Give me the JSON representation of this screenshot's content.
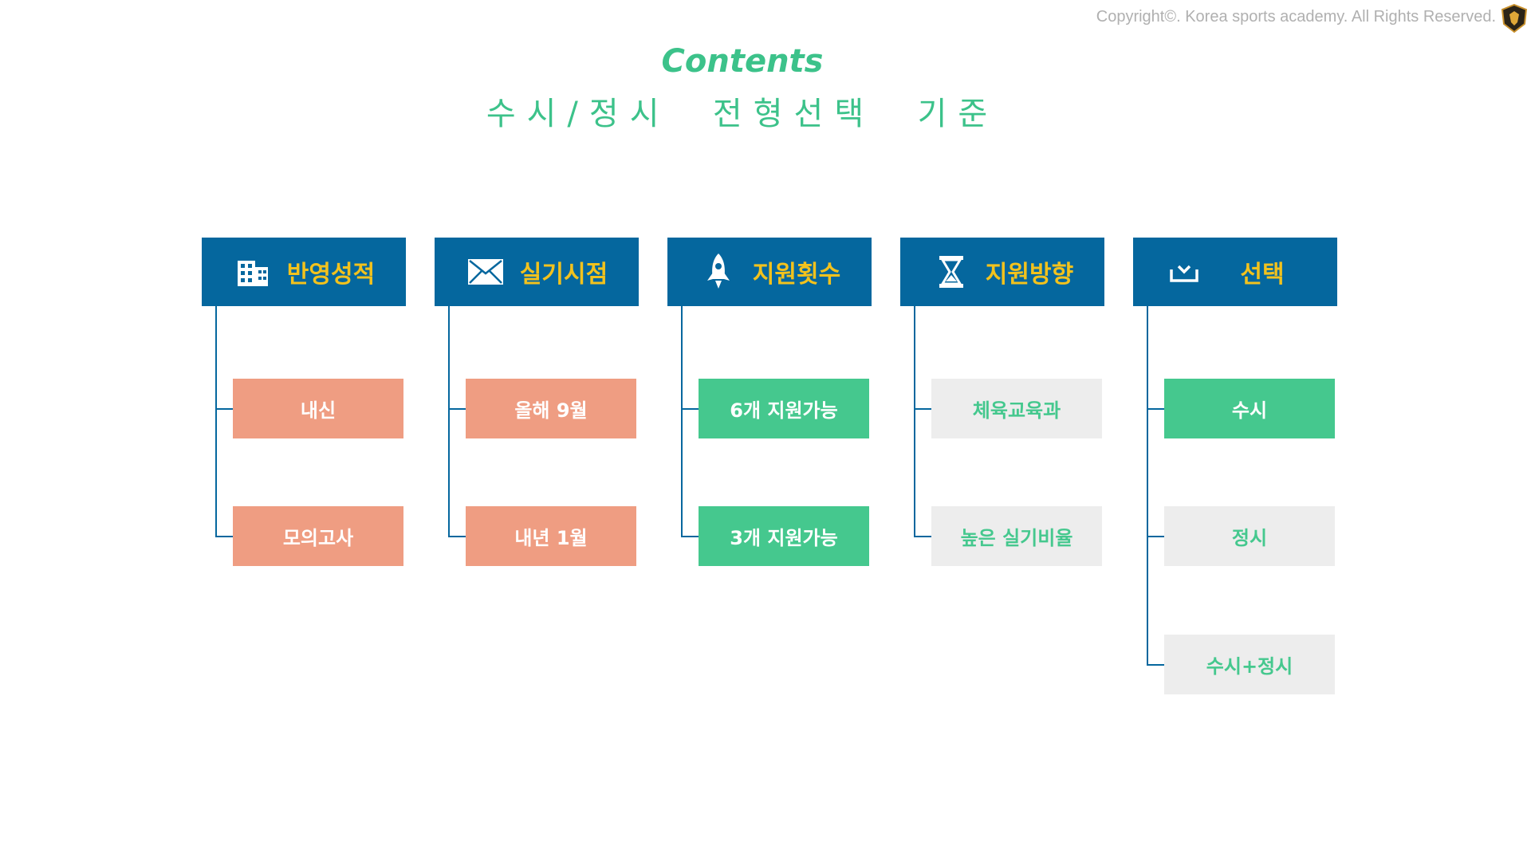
{
  "copyright": "Copyright©. Korea sports academy. All Rights Reserved.",
  "header": {
    "title": "Contents",
    "subtitle": "수시/정시  전형선택  기준"
  },
  "colors": {
    "header_bg": "#05679e",
    "header_text": "#f2c21d",
    "accent_green": "#45c88e",
    "salmon": "#ef9d82",
    "grey": "#ededed"
  },
  "columns": [
    {
      "label": "반영성적",
      "icon": "building-icon",
      "items": [
        {
          "label": "내신",
          "style": "salmon"
        },
        {
          "label": "모의고사",
          "style": "salmon"
        }
      ]
    },
    {
      "label": "실기시점",
      "icon": "envelope-icon",
      "items": [
        {
          "label": "올해 9월",
          "style": "salmon"
        },
        {
          "label": "내년 1월",
          "style": "salmon"
        }
      ]
    },
    {
      "label": "지원횟수",
      "icon": "rocket-icon",
      "items": [
        {
          "label": "6개 지원가능",
          "style": "green"
        },
        {
          "label": "3개 지원가능",
          "style": "green"
        }
      ]
    },
    {
      "label": "지원방향",
      "icon": "hourglass-icon",
      "items": [
        {
          "label": "체육교육과",
          "style": "grey"
        },
        {
          "label": "높은 실기비율",
          "style": "grey"
        }
      ]
    },
    {
      "label": "선택",
      "icon": "inbox-check-icon",
      "items": [
        {
          "label": "수시",
          "style": "green"
        },
        {
          "label": "정시",
          "style": "grey"
        },
        {
          "label": "수시+정시",
          "style": "grey"
        }
      ]
    }
  ]
}
